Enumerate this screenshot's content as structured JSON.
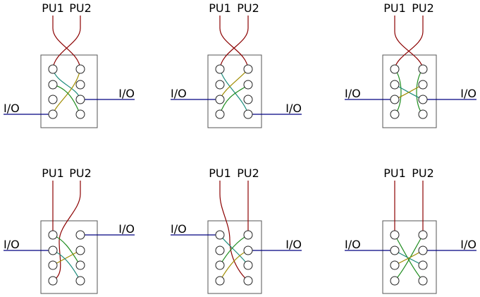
{
  "colors": {
    "pu_wire": "#8b0000",
    "io_wire": "#000080",
    "teal_wire": "#1a8a7a",
    "olive_wire": "#a08c00",
    "green_wire": "#1e8c1e"
  },
  "labels": {
    "pu1": "PU1",
    "pu2": "PU2",
    "io": "I/O"
  }
}
